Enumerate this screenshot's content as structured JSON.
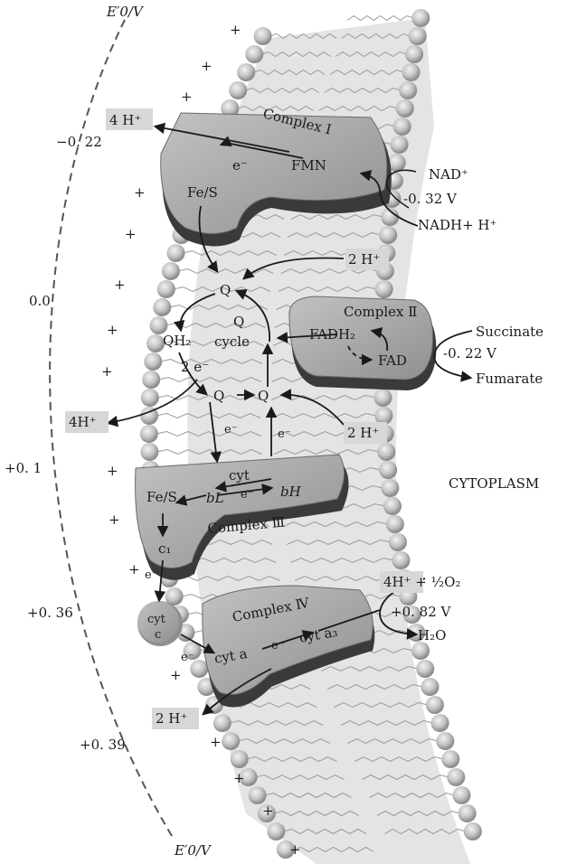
{
  "axis": {
    "top_label": "E′0/V",
    "bottom_label": "E′0/V"
  },
  "potentials": [
    "−0. 22",
    "0.0",
    "+0. 1",
    "+0. 36",
    "+0. 39"
  ],
  "complexes": {
    "c1": "Complex Ⅰ",
    "c2": "Complex Ⅱ",
    "c3": "Complex Ⅲ",
    "c4": "Complex Ⅳ"
  },
  "complex1": {
    "fmn": "FMN",
    "fes": "Fe/S",
    "e": "e⁻",
    "proton_out": "4 H⁺",
    "nad": "NAD⁺",
    "potential": "-0. 32 V",
    "nadh": "NADH+ H⁺"
  },
  "quinone": {
    "q_top": "Q",
    "q_cycle_q": "Q",
    "q_cycle_text": "cycle",
    "qh2": "QH₂",
    "two_e": "2 e⁻",
    "q_left": "Q",
    "q_right": "Q",
    "proton_in_top": "2 H⁺",
    "proton_in_bottom": "2 H⁺",
    "proton_out": "4H⁺"
  },
  "complex2": {
    "fadh2": "FADH₂",
    "fad": "FAD",
    "succinate": "Succinate",
    "potential": "-0. 22 V",
    "fumarate": "Fumarate"
  },
  "complex3": {
    "fes": "Fe/S",
    "cyt": "cyt",
    "bl": "bL",
    "bh": "bH",
    "e": "e⁻",
    "e_left": "e⁻",
    "e_right": "e⁻",
    "c1": "c₁"
  },
  "cytc": {
    "line1": "cyt",
    "line2": "c"
  },
  "complex4": {
    "cyta": "cyt a",
    "cyta3": "cyt a₃",
    "e": "e⁻",
    "e_left": "e⁻",
    "e_below_c1": "e⁻",
    "reactant": "4H⁺ + ½O₂",
    "potential": "+0. 82 V",
    "water": "H₂O",
    "proton_out": "2 H⁺"
  },
  "region_label": "CYTOPLASM",
  "plus_sign": "+",
  "colors": {
    "protein": "#a8a8a8",
    "protein_dark": "#3a3a3a",
    "lipid_head": "#c9c9c9",
    "proton_box": "#d7d7d7",
    "ink": "#1a1a1a"
  }
}
